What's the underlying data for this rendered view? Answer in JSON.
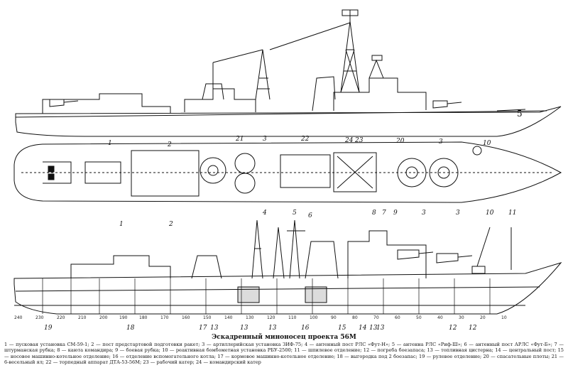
{
  "figure": {
    "title": "Эскадренный миноносец проекта 56М",
    "legend": "1 — пусковая установка СМ-59-1; 2 — пост предстартовой подготовки ракет; 3 — артиллерийская установка ЗИФ-75; 4 — антенный пост РЛС «Фут-Н»; 5 — антенна РЛС «Риф-Ш»; 6 — антенный пост АРЛС «Фут-Б»; 7 — штурманская рубка; 8 — каюта командира; 9 — боевая рубка; 10 — реактивная бомбометная установка РБУ-2500; 11 — шпилевое отделение; 12 — погреба боезапаса; 13 — топливная цистерна; 14 — центральный пост; 15 — носовое машинно-котельное отделение; 16 — отделение вспомогательного котла; 17 — кормовое машинно-котельное отделение; 18 — выгородка под 2 боезапас; 19 — рулевое отделение; 20 — спасательные плоты; 21 — 6-весельный ял; 22 — торпедный аппарат ДТА-53-56М; 23 — рабочий катер; 24 — командирский катер",
    "callouts_plan": [
      "1",
      "2",
      "21",
      "3",
      "22",
      "24",
      "23",
      "20",
      "3",
      "10"
    ],
    "callouts_section_top": [
      "1",
      "2",
      "4",
      "5",
      "6",
      "7",
      "3",
      "8",
      "9",
      "3",
      "10",
      "11"
    ],
    "callouts_section_bottom": [
      "19",
      "18",
      "17",
      "13",
      "13",
      "13",
      "16",
      "15",
      "13",
      "14",
      "13",
      "12",
      "12"
    ],
    "frame_numbers": [
      "240",
      "230",
      "220",
      "210",
      "200",
      "190",
      "180",
      "170",
      "160",
      "150",
      "140",
      "130",
      "120",
      "110",
      "100",
      "90",
      "80",
      "70",
      "60",
      "50",
      "40",
      "30",
      "20",
      "10"
    ]
  }
}
